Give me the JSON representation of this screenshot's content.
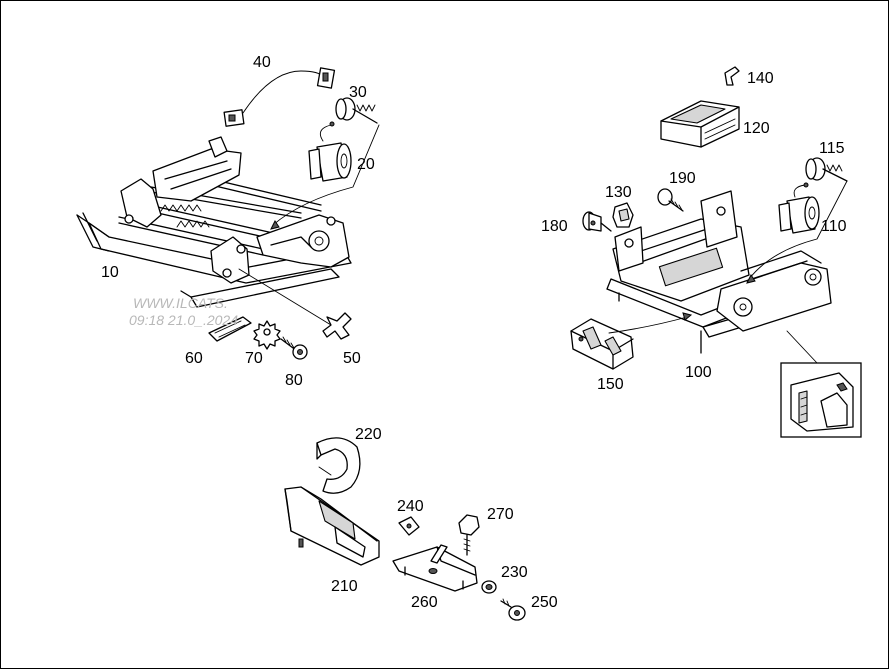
{
  "diagram": {
    "callouts": {
      "p10": "10",
      "p20": "20",
      "p30": "30",
      "p40": "40",
      "p50": "50",
      "p60": "60",
      "p70": "70",
      "p80": "80",
      "p100": "100",
      "p110": "110",
      "p115": "115",
      "p120": "120",
      "p130": "130",
      "p140": "140",
      "p150": "150",
      "p180": "180",
      "p190": "190",
      "p210": "210",
      "p220": "220",
      "p230": "230",
      "p240": "240",
      "p250": "250",
      "p260": "260",
      "p270": "270"
    },
    "watermark": {
      "line1": "WWW.ILCATS.",
      "line2": "09:18 21.0_.2024"
    }
  }
}
